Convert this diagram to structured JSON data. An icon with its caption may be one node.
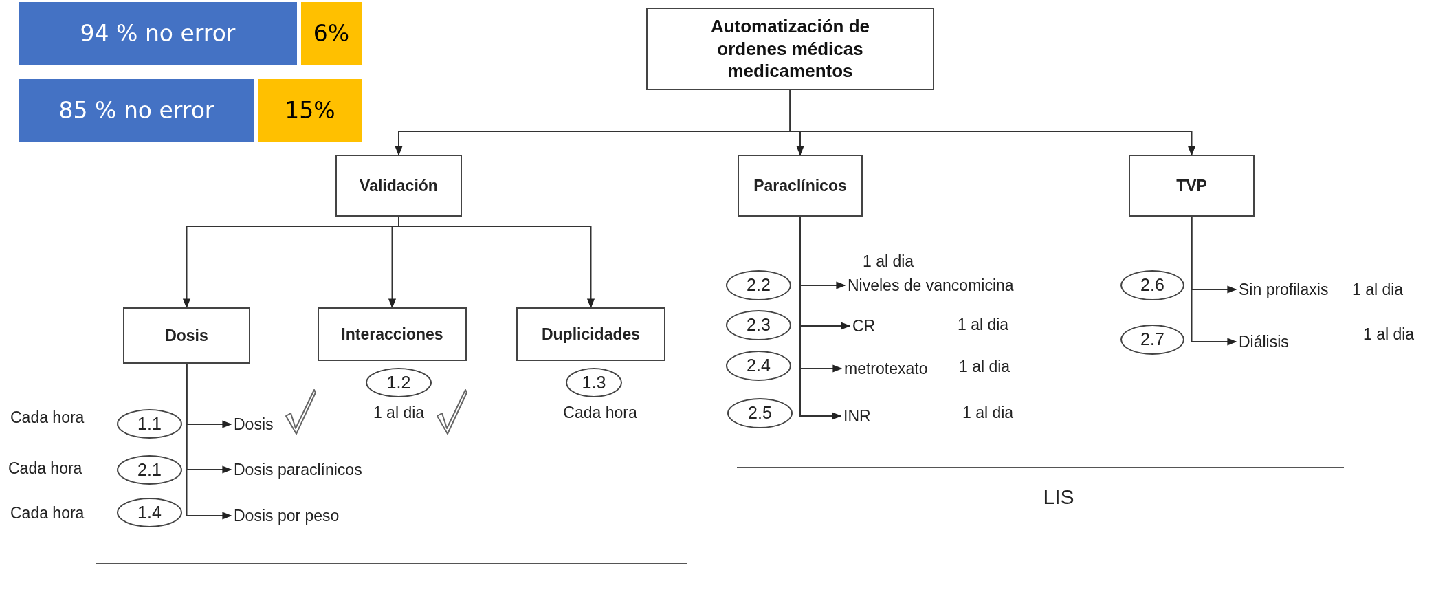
{
  "diagram": {
    "nodes": [
      {
        "text": [
          "94 % no error"
        ]
      },
      {
        "text": [
          "6%"
        ]
      },
      {
        "text": [
          "85 % no error"
        ]
      },
      {
        "text": [
          "15%"
        ]
      },
      {
        "text": [
          "Automatización de ordenes médicas medicamentos"
        ]
      },
      {
        "text": [
          "Validación"
        ]
      },
      {
        "text": [
          "Paraclínicos"
        ]
      },
      {
        "text": [
          "TVP"
        ]
      },
      {
        "text": [
          "Dosis"
        ]
      },
      {
        "text": [
          "Interacciones"
        ]
      },
      {
        "text": [
          "Duplicidades"
        ]
      },
      {
        "text": [
          "Dosis"
        ]
      },
      {
        "text": [
          "Dosis paraclínicos"
        ]
      },
      {
        "text": [
          "Dosis por peso"
        ]
      },
      {
        "text": [
          "Niveles de vancomicina"
        ],
        "beside": [
          "1 al dia"
        ]
      },
      {
        "text": [
          "CR"
        ]
      },
      {
        "text": [
          "metrotexato"
        ],
        "beside": [
          "1 al dia"
        ]
      },
      {
        "text": [
          "INR"
        ]
      },
      {
        "text": [
          "Sin profilaxis"
        ],
        "beside": [
          "1 al dia"
        ]
      },
      {
        "text": [
          "Diálisis"
        ]
      },
      {
        "text": [
          "1.1"
        ],
        "beside": [
          "Cada hora"
        ]
      },
      {
        "text": [
          "2.1"
        ],
        "beside": [
          "Cada hora"
        ]
      },
      {
        "text": [
          "1.4"
        ],
        "beside": [
          "Cada hora"
        ]
      },
      {
        "text": [
          "1.2"
        ],
        "beside": [
          "1 al dia"
        ]
      },
      {
        "text": [
          "1.3"
        ],
        "beside": [
          "Cada hora"
        ]
      },
      {
        "text": [
          "2.2"
        ]
      },
      {
        "text": [
          "2.3"
        ]
      },
      {
        "text": [
          "2.4"
        ]
      },
      {
        "text": [
          "2.5"
        ]
      },
      {
        "text": [
          "2.6"
        ]
      },
      {
        "text": [
          "2.7"
        ]
      }
    ],
    "edges": [
      {
        "from": 4,
        "to": 5,
        "arrow": "to"
      },
      {
        "from": 4,
        "to": 6,
        "arrow": "to"
      },
      {
        "from": 4,
        "to": 7,
        "arrow": "to"
      },
      {
        "from": 5,
        "to": 8,
        "arrow": "to"
      },
      {
        "from": 5,
        "to": 9,
        "arrow": "to"
      },
      {
        "from": 5,
        "to": 10,
        "arrow": "to"
      },
      {
        "from": 8,
        "to": 11,
        "arrow": "to"
      },
      {
        "from": 8,
        "to": 12,
        "arrow": "to"
      },
      {
        "from": 8,
        "to": 13,
        "arrow": "to"
      },
      {
        "from": 6,
        "to": 14,
        "arrow": "to"
      },
      {
        "from": 6,
        "to": 15,
        "arrow": "to"
      },
      {
        "from": 6,
        "to": 16,
        "arrow": "to"
      },
      {
        "from": 6,
        "to": 17,
        "arrow": "to"
      },
      {
        "from": 7,
        "to": 18,
        "arrow": "to"
      },
      {
        "from": 7,
        "to": 19,
        "arrow": "to"
      }
    ],
    "labels": [
      "1 al dia",
      "1 al dia",
      "1 al dia",
      "LIS"
    ]
  }
}
